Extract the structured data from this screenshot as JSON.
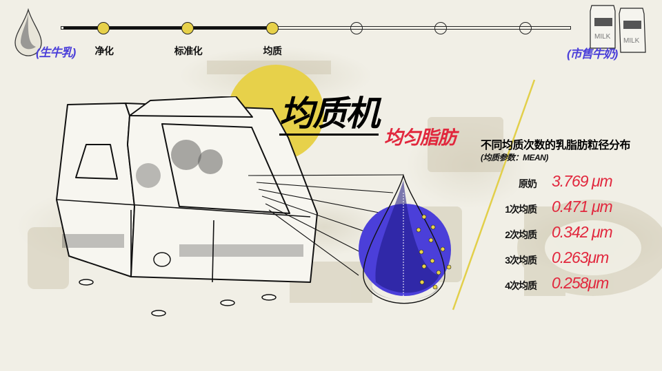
{
  "timeline": {
    "start_label": "(生牛乳)",
    "end_label": "(市售牛奶)",
    "steps": [
      {
        "label": "净化",
        "state": "done"
      },
      {
        "label": "标准化",
        "state": "done"
      },
      {
        "label": "均质",
        "state": "done"
      },
      {
        "label": "",
        "state": "todo"
      },
      {
        "label": "",
        "state": "todo"
      },
      {
        "label": "",
        "state": "todo"
      }
    ]
  },
  "milk_carton": {
    "text": "MILK"
  },
  "heading": {
    "title": "均质机",
    "subtitle": "均匀脂肪"
  },
  "stats": {
    "title": "不同均质次数的乳脂肪粒径分布",
    "subtitle": "(均质参数：MEAN)",
    "rows": [
      {
        "label": "原奶",
        "value": "3.769 μm"
      },
      {
        "label": "1次均质",
        "value": "0.471 μm"
      },
      {
        "label": "2次均质",
        "value": "0.342 μm"
      },
      {
        "label": "3次均质",
        "value": "0.263μm"
      },
      {
        "label": "4次均质",
        "value": "0.258μm"
      }
    ]
  },
  "colors": {
    "accent_yellow": "#e7d14a",
    "accent_blue": "#4b3fd9",
    "accent_red": "#e1273d",
    "background": "#f1efe6"
  }
}
